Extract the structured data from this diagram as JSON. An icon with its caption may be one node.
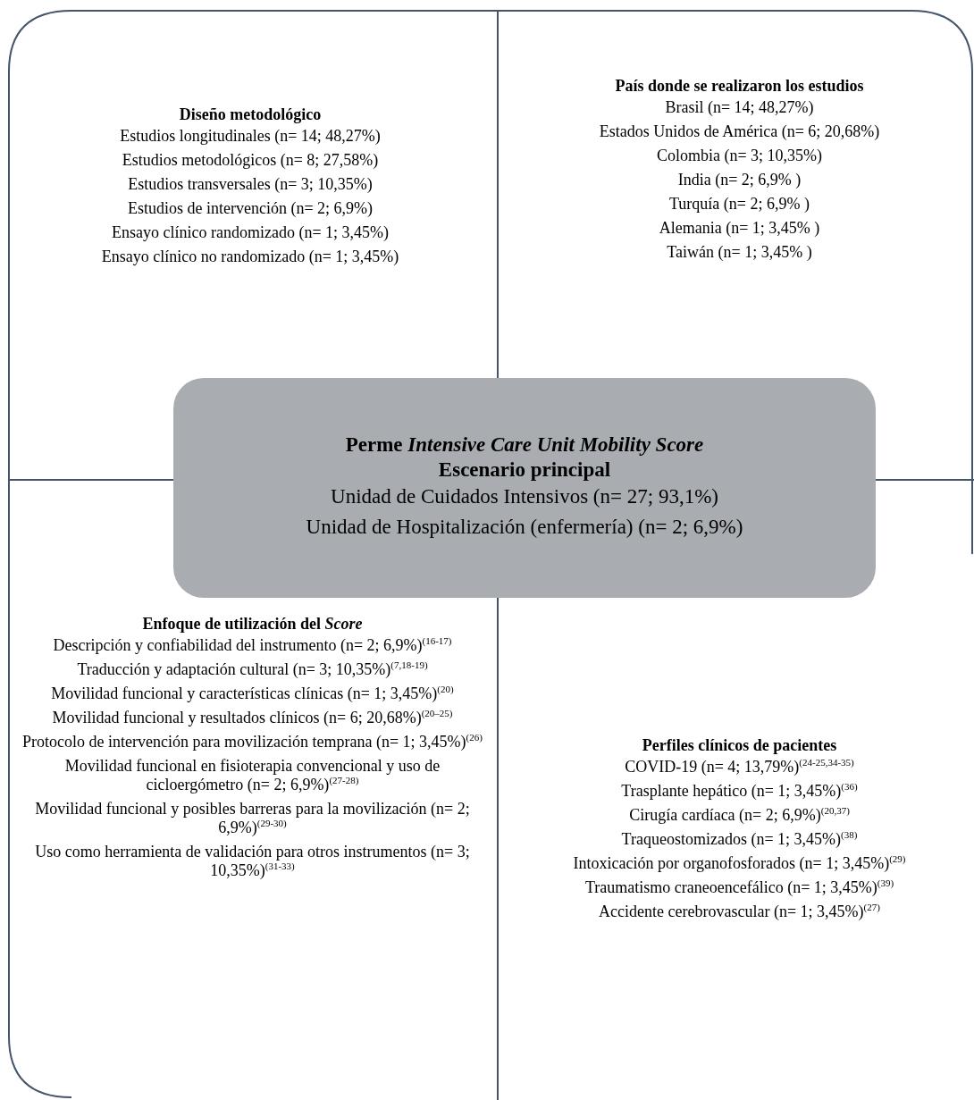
{
  "diagram": {
    "nodes": [
      {
        "text": [
          "Diseño metodológico",
          "Estudios longitudinales (n= 14; 48,27%)",
          "Estudios metodológicos (n= 8; 27,58%)",
          "Estudios transversales (n= 3; 10,35%)",
          "Estudios de intervención (n= 2; 6,9%)",
          "Ensayo clínico randomizado (n= 1; 3,45%)",
          "Ensayo clínico no randomizado (n= 1; 3,45%)"
        ]
      },
      {
        "text": [
          "País donde se realizaron los estudios",
          "Brasil (n= 14; 48,27%)",
          "Estados Unidos de América (n= 6; 20,68%)",
          "Colombia (n= 3; 10,35%)",
          "India (n= 2; 6,9% )",
          "Turquía (n= 2; 6,9% )",
          "Alemania (n= 1; 3,45% )",
          "Taiwán (n= 1; 3,45% )"
        ]
      },
      {
        "text": [
          "Perme *Intensive Care Unit Mobility Score*",
          "Escenario principal",
          "Unidad de Cuidados Intensivos (n= 27; 93,1%)",
          "Unidad de Hospitalización (enfermería) (n= 2; 6,9%)"
        ]
      },
      {
        "text": [
          "Enfoque de utilización del *Score*",
          "Descripción y confiabilidad del instrumento (n= 2; 6,9%)$^{(16-17)}$",
          "Traducción y adaptación cultural (n= 3; 10,35%)$^{(7,18-19)}$",
          "Movilidad funcional y características clínicas (n= 1; 3,45%)$^{(20)}$",
          "Movilidad funcional y resultados clínicos (n= 6; 20,68%)$^{(20–25)}$",
          "Protocolo de intervención para movilización temprana (n= 1; 3,45%)$^{(26)}$",
          "Movilidad funcional en fisioterapia convencional y uso de cicloergómetro (n= 2; 6,9%)$^{(27-28)}$",
          "Movilidad funcional y posibles barreras para la movilización (n= 2; 6,9%)$^{(29-30)}$",
          "Uso como herramienta de validación para otros instrumentos (n= 3; 10,35%)$^{(31-33)}$"
        ]
      },
      {
        "text": [
          "Perfiles clínicos de pacientes",
          "COVID-19 (n= 4; 13,79%)$^{(24-25,34-35)}$",
          "Trasplante hepático (n= 1; 3,45%)$^{(36)}$",
          "Cirugía cardíaca (n= 2; 6,9%)$^{(20,37)}$",
          "Traqueostomizados (n= 1; 3,45%)$^{(38)}$",
          "Intoxicación por organofosforados (n= 1; 3,45%)$^{(29)}$",
          "Traumatismo craneoencefálico (n= 1; 3,45%)$^{(39)}$",
          "Accidente cerebrovascular (n= 1; 3,45%)$^{(27)}$"
        ]
      }
    ]
  }
}
